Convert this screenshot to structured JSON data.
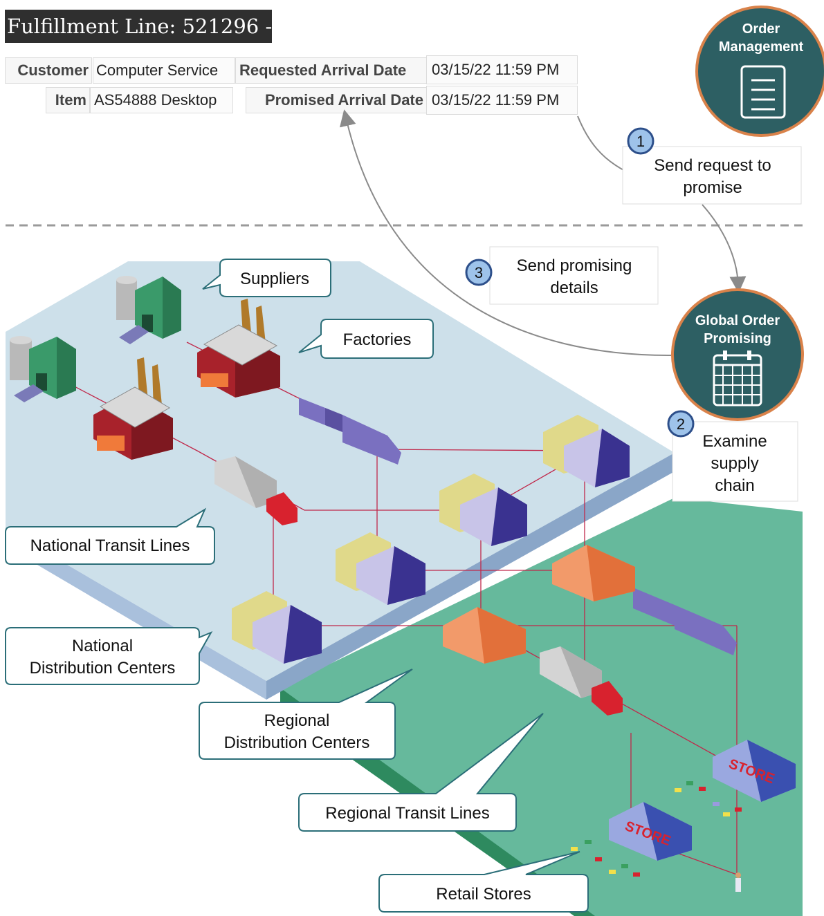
{
  "header": {
    "title": "Fulfillment Line: 521296 - 1",
    "customer_label": "Customer",
    "customer_value": "Computer Service",
    "item_label": "Item",
    "item_value": "AS54888 Desktop",
    "requested_label": "Requested Arrival Date",
    "requested_value": "03/15/22 11:59 PM",
    "promised_label": "Promised Arrival Date",
    "promised_value": "03/15/22 11:59 PM"
  },
  "systems": {
    "order_management": [
      "Order",
      "Management"
    ],
    "global_order_promising": [
      "Global Order",
      "Promising"
    ]
  },
  "steps": [
    {
      "number": "1",
      "lines": [
        "Send request to",
        "promise"
      ]
    },
    {
      "number": "2",
      "lines": [
        "Examine",
        "supply",
        "chain"
      ]
    },
    {
      "number": "3",
      "lines": [
        "Send promising",
        "details"
      ]
    }
  ],
  "callouts": {
    "suppliers": [
      "Suppliers"
    ],
    "factories": [
      "Factories"
    ],
    "national_transit": [
      "National Transit Lines"
    ],
    "national_dc": [
      "National",
      "Distribution Centers"
    ],
    "regional_dc": [
      "Regional",
      "Distribution Centers"
    ],
    "regional_transit": [
      "Regional Transit Lines"
    ],
    "retail_stores": [
      "Retail Stores"
    ]
  },
  "store_sign": "STORE",
  "colors": {
    "teal_circle": "#2d5f63",
    "orange_ring": "#d9824a",
    "national_plane": "#cde0ea",
    "regional_plane": "#66b99c",
    "route_line": "#c0284a",
    "callout_border": "#2b6e78"
  }
}
